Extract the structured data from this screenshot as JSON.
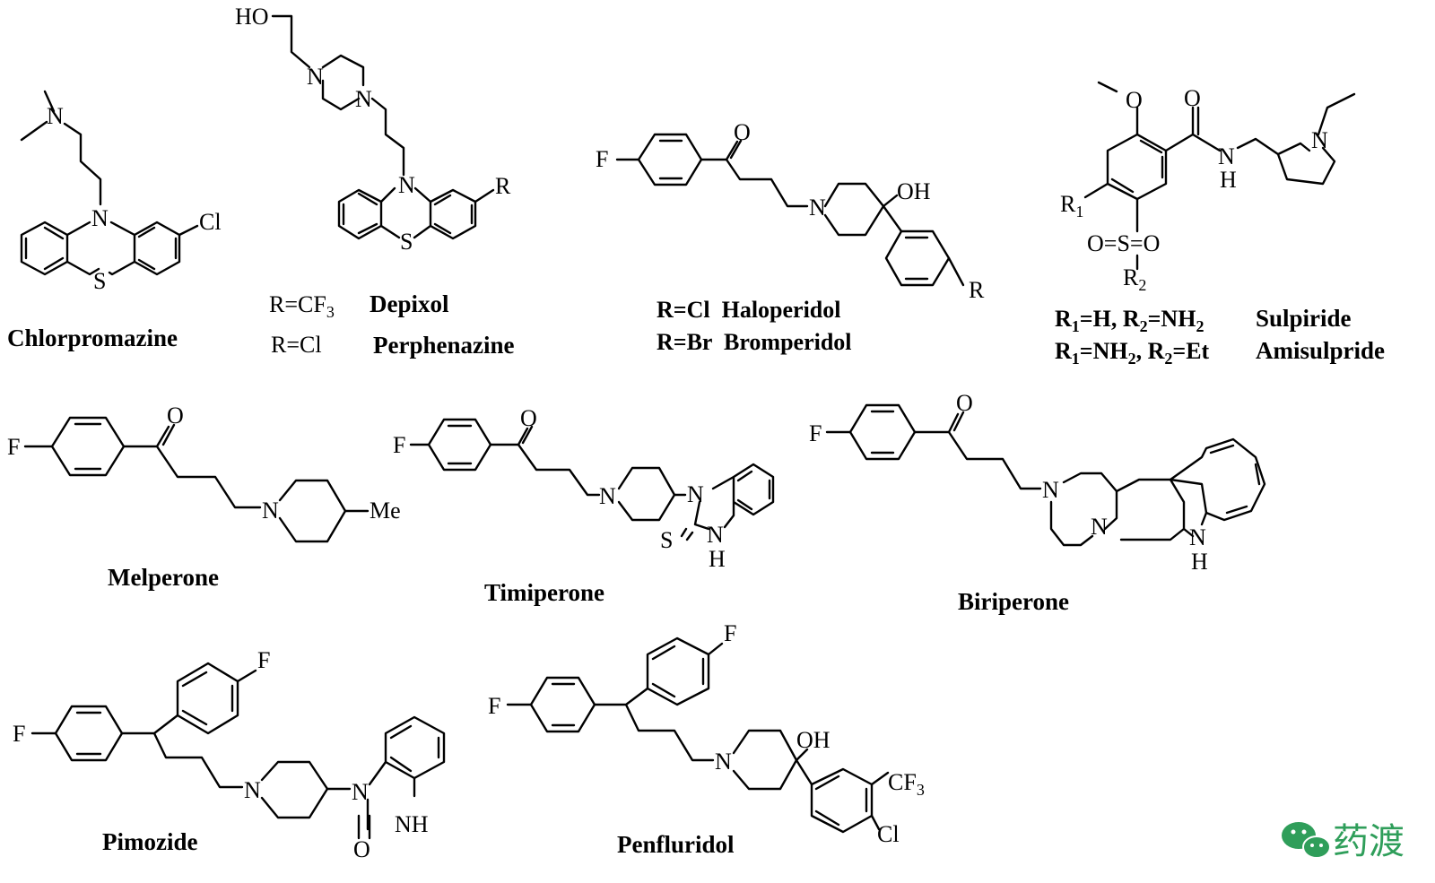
{
  "colors": {
    "ink": "#000000",
    "watermark": "#2f9e5a"
  },
  "structures": {
    "chlorpromazine": {
      "name": "Chlorpromazine",
      "atom_N_amine": "N",
      "atom_N_ring": "N",
      "atom_S": "S",
      "atom_Cl": "Cl"
    },
    "depixol": {
      "atom_HO": "HO",
      "atom_N1": "N",
      "atom_N2": "N",
      "atom_N_ring": "N",
      "atom_S": "S",
      "atom_R": "R",
      "rdef1": "R=CF",
      "rdef1_sub": "3",
      "name1": "Depixol",
      "rdef2": "R=Cl",
      "name2": "Perphenazine"
    },
    "haloperidol": {
      "atom_F": "F",
      "atom_O": "O",
      "atom_N": "N",
      "atom_OH": "OH",
      "atom_R": "R",
      "line1": "R=Cl  Haloperidol",
      "line2": "R=Br  Bromperidol"
    },
    "sulpiride": {
      "atom_O_methoxy": "O",
      "atom_O_carbonyl": "O",
      "atom_N_amide": "N",
      "atom_H_amide": "H",
      "atom_N_ring": "N",
      "atom_R1": "R",
      "atom_R1_sub": "1",
      "atom_S": "O=S=O",
      "atom_R2": "R",
      "atom_R2_sub": "2",
      "line1_a": "R",
      "line1_a_sub": "1",
      "line1_b": "=H, R",
      "line1_b_sub": "2",
      "line1_c": "=NH",
      "line1_c_sub": "2",
      "line1_name": "Sulpiride",
      "line2_a": "R",
      "line2_a_sub": "1",
      "line2_b": "=NH",
      "line2_b_sub": "2",
      "line2_c": ", R",
      "line2_c_sub": "2",
      "line2_d": "=Et",
      "line2_name": "Amisulpride"
    },
    "melperone": {
      "name": "Melperone",
      "atom_F": "F",
      "atom_O": "O",
      "atom_N": "N",
      "atom_Me": "Me"
    },
    "timiperone": {
      "name": "Timiperone",
      "atom_F": "F",
      "atom_O": "O",
      "atom_N1": "N",
      "atom_N2": "N",
      "atom_S": "S",
      "atom_NH": "N",
      "atom_H": "H"
    },
    "biriperone": {
      "name": "Biriperone",
      "atom_F": "F",
      "atom_O": "O",
      "atom_N1": "N",
      "atom_N2": "N",
      "atom_NH": "N",
      "atom_H": "H"
    },
    "pimozide": {
      "name": "Pimozide",
      "atom_F1": "F",
      "atom_F2": "F",
      "atom_N1": "N",
      "atom_N2": "N",
      "atom_NH": "NH",
      "atom_O": "O"
    },
    "penfluridol": {
      "name": "Penfluridol",
      "atom_F1": "F",
      "atom_F2": "F",
      "atom_N": "N",
      "atom_OH": "OH",
      "atom_CF3": "CF",
      "atom_CF3_sub": "3",
      "atom_Cl": "Cl"
    }
  },
  "watermark": {
    "icon": "wechat-icon",
    "text": "药渡"
  }
}
